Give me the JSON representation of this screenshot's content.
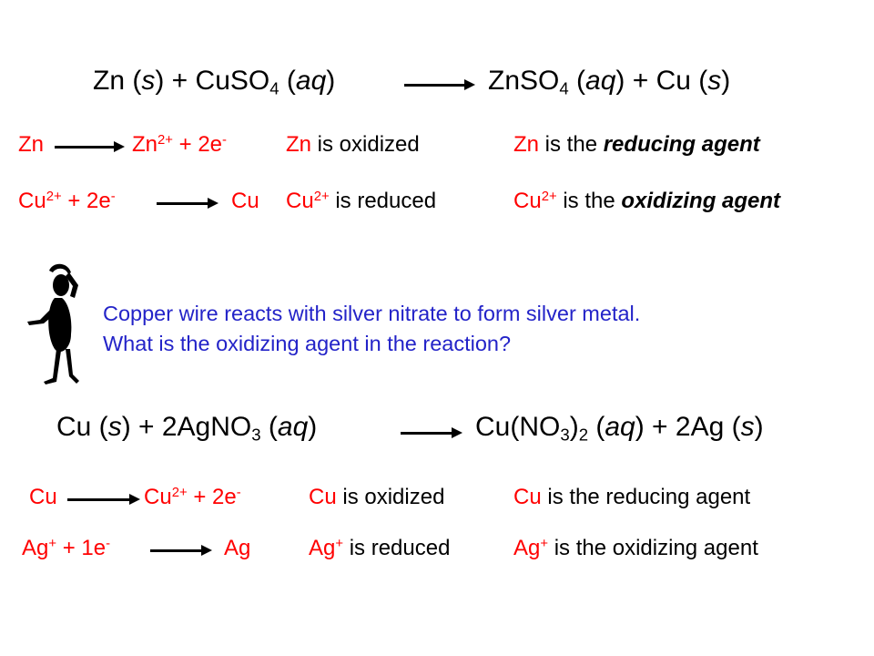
{
  "eq1": {
    "left": {
      "a": "Zn (",
      "b": "s",
      "c": ") + CuSO",
      "d": "4",
      "e": " (",
      "f": "aq",
      "g": ")"
    },
    "right": {
      "a": "ZnSO",
      "b": "4",
      "c": " (",
      "d": "aq",
      "e": ") + Cu (",
      "f": "s",
      "g": ")"
    }
  },
  "row1": {
    "lhs": "Zn",
    "rhs": {
      "base": "Zn",
      "sup": "2+",
      "mid": " + 2e",
      "sup2": "-"
    },
    "state_el": "Zn",
    "state_txt": " is oxidized",
    "agent_el": "Zn",
    "agent_pre": " is the ",
    "agent_term": "reducing agent"
  },
  "row2": {
    "lhs": {
      "base": "Cu",
      "sup": "2+",
      "mid": " + 2e",
      "sup2": "-"
    },
    "rhs": "Cu",
    "state_el": "Cu",
    "state_sup": "2+",
    "state_txt": " is reduced",
    "agent_el": "Cu",
    "agent_sup": "2+",
    "agent_pre": " is the ",
    "agent_term": "oxidizing agent"
  },
  "question": {
    "line1": "Copper wire reacts with silver nitrate to form silver metal.",
    "line2": "What is the oxidizing agent in the reaction?"
  },
  "eq2": {
    "left": {
      "a": "Cu (",
      "b": "s",
      "c": ") + 2AgNO",
      "d": "3",
      "e": " (",
      "f": "aq",
      "g": ")"
    },
    "right": {
      "a": "Cu(NO",
      "b": "3",
      "c": ")",
      "d": "2",
      "e": " (",
      "f": "aq",
      "g": ") + 2Ag (",
      "h": "s",
      "i": ")"
    }
  },
  "row3": {
    "lhs": "Cu",
    "rhs": {
      "base": "Cu",
      "sup": "2+",
      "mid": " + 2e",
      "sup2": "-"
    },
    "state_el": "Cu",
    "state_txt": " is oxidized",
    "agent_el": "Cu",
    "agent_txt": " is the reducing agent"
  },
  "row4": {
    "lhs": {
      "base": "Ag",
      "sup": "+",
      "mid": " + 1e",
      "sup2": "-"
    },
    "rhs": "Ag",
    "state_el": "Ag",
    "state_sup": "+",
    "state_txt": " is reduced",
    "agent_el": "Ag",
    "agent_sup": "+",
    "agent_txt": " is the oxidizing agent"
  },
  "colors": {
    "element": "#ff0000",
    "question": "#2323c8",
    "text": "#000000"
  }
}
